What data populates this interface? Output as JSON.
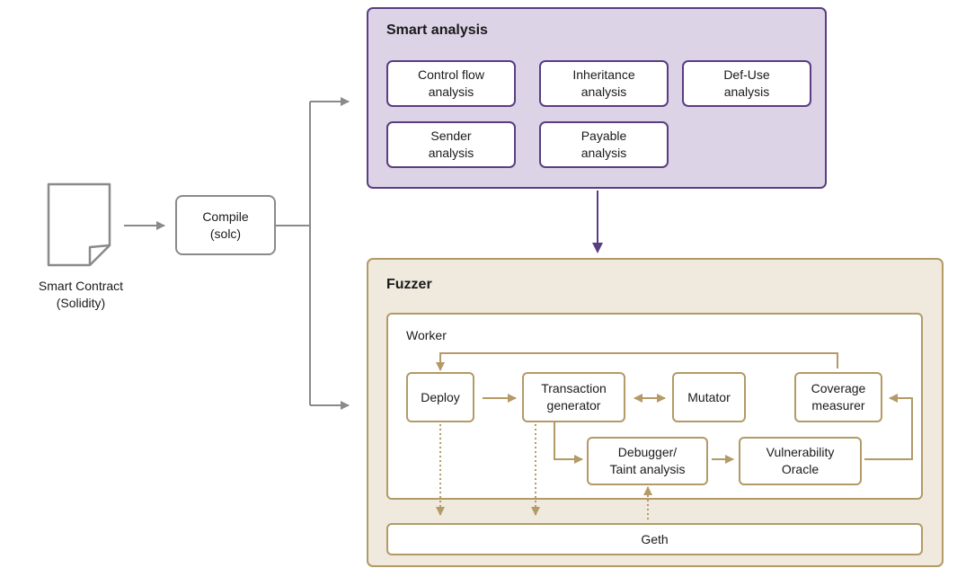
{
  "source": {
    "label": "Smart Contract\n(Solidity)"
  },
  "compile": {
    "label": "Compile\n(solc)"
  },
  "smart_analysis": {
    "title": "Smart analysis",
    "items": [
      "Control flow\nanalysis",
      "Inheritance\nanalysis",
      "Def-Use\nanalysis",
      "Sender\nanalysis",
      "Payable\nanalysis"
    ]
  },
  "fuzzer": {
    "title": "Fuzzer",
    "worker": {
      "title": "Worker",
      "deploy": "Deploy",
      "tx_generator": "Transaction\ngenerator",
      "mutator": "Mutator",
      "coverage": "Coverage\nmeasurer",
      "debugger": "Debugger/\nTaint analysis",
      "oracle": "Vulnerability\nOracle"
    },
    "geth": "Geth"
  },
  "colors": {
    "purple": "#5b3d82",
    "purple_fill": "#dcd3e6",
    "gold": "#b39a66",
    "gold_fill": "#efe9de",
    "gray": "#8a8a8a"
  }
}
